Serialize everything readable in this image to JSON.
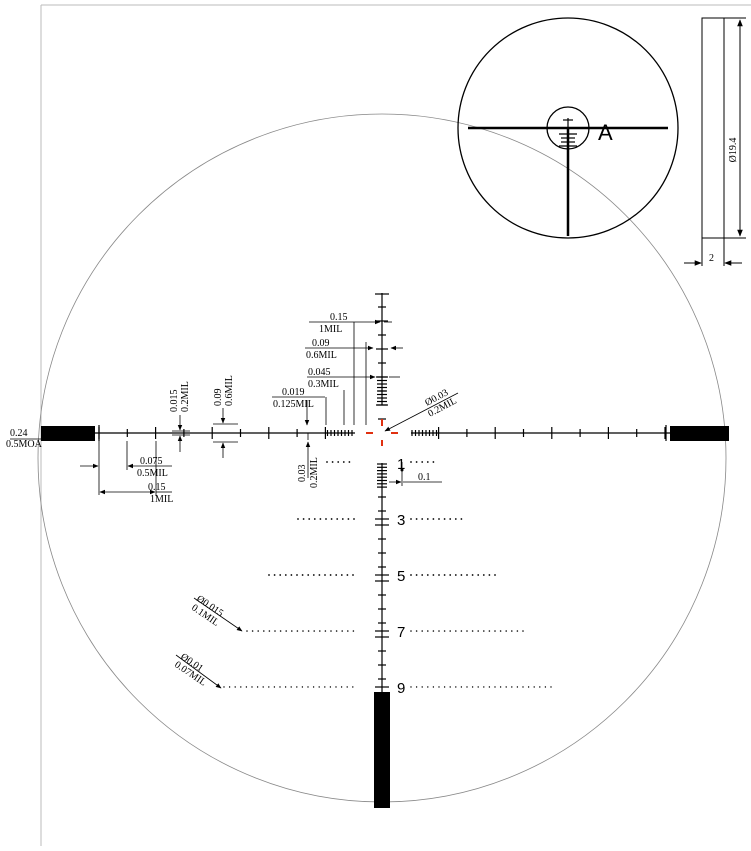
{
  "detail": {
    "label": "A",
    "tube_diameter": "Ø19.4",
    "tube_width": "2"
  },
  "reticle": {
    "center_color": "#e03010",
    "stadia_numbers": [
      "1",
      "3",
      "5",
      "7",
      "9"
    ]
  },
  "dimensions": {
    "left_bar": {
      "value": "0.24",
      "unit": "0.5MOA"
    },
    "h_tick_0075": {
      "value": "0.075",
      "unit": "0.5MIL"
    },
    "h_tick_015": {
      "value": "0.15",
      "unit": "1MIL"
    },
    "v_0015": {
      "value": "0.015",
      "unit": "0.2MIL"
    },
    "v_009": {
      "value": "0.09",
      "unit": "0.6MIL"
    },
    "top_015": {
      "value": "0.15",
      "unit": "1MIL"
    },
    "top_009": {
      "value": "0.09",
      "unit": "0.6MIL"
    },
    "top_0045": {
      "value": "0.045",
      "unit": "0.3MIL"
    },
    "top_0019": {
      "value": "0.019",
      "unit": "0.125MIL"
    },
    "center_dot": {
      "value": "Ø0.03",
      "unit": "0.2MIL"
    },
    "v_003": {
      "value": "0.03",
      "unit": "0.2MIL"
    },
    "dot_spacing": {
      "value": "0.1"
    },
    "dot_0015": {
      "value": "Ø0.015",
      "unit": "0.1MIL"
    },
    "dot_001": {
      "value": "Ø0.01",
      "unit": "0.07MIL"
    }
  }
}
